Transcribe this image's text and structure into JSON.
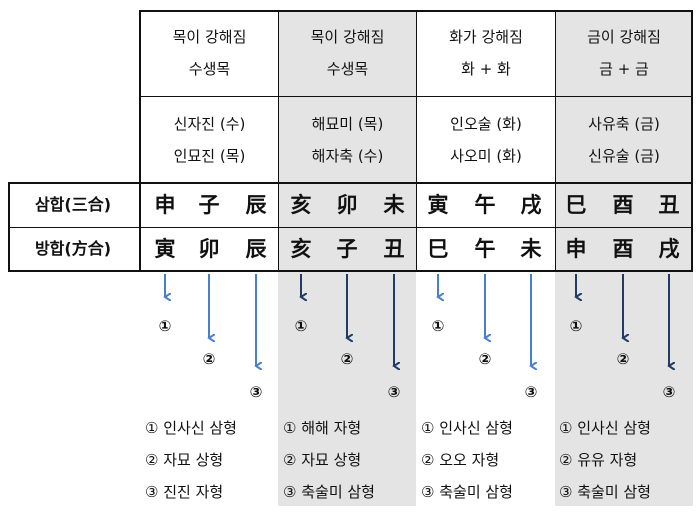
{
  "columns": [
    {
      "title1": "목이 강해짐",
      "title2": "수생목",
      "branch1": "신자진 (수)",
      "branch2": "인묘진 (목)",
      "samhap": [
        "申",
        "子",
        "辰"
      ],
      "banghap": [
        "寅",
        "卯",
        "辰"
      ],
      "notes": [
        "① 인사신 삼형",
        "② 자묘 상형",
        "③ 진진 자형"
      ]
    },
    {
      "title1": "목이 강해짐",
      "title2": "수생목",
      "branch1": "해묘미 (목)",
      "branch2": "해자축 (수)",
      "samhap": [
        "亥",
        "卯",
        "未"
      ],
      "banghap": [
        "亥",
        "子",
        "丑"
      ],
      "notes": [
        "① 해해 자형",
        "② 자묘 상형",
        "③ 축술미 삼형"
      ]
    },
    {
      "title1": "화가 강해짐",
      "title2": "화 + 화",
      "branch1": "인오술 (화)",
      "branch2": "사오미 (화)",
      "samhap": [
        "寅",
        "午",
        "戌"
      ],
      "banghap": [
        "巳",
        "午",
        "未"
      ],
      "notes": [
        "① 인사신 삼형",
        "② 오오 자형",
        "③ 축술미 삼형"
      ]
    },
    {
      "title1": "금이 강해짐",
      "title2": "금 + 금",
      "branch1": "사유축 (금)",
      "branch2": "신유술 (금)",
      "samhap": [
        "巳",
        "酉",
        "丑"
      ],
      "banghap": [
        "申",
        "酉",
        "戌"
      ],
      "notes": [
        "① 인사신 삼형",
        "② 유유 자형",
        "③ 축술미 삼형"
      ]
    }
  ],
  "row_labels": {
    "samhap": "삼합(三合)",
    "banghap": "방합(方合)"
  },
  "markers": [
    "①",
    "②",
    "③"
  ],
  "colors": {
    "arrow_light": "#4a7fd0",
    "arrow_dark": "#1f3b66",
    "shade": "#e4e4e4",
    "line": "#111111"
  }
}
